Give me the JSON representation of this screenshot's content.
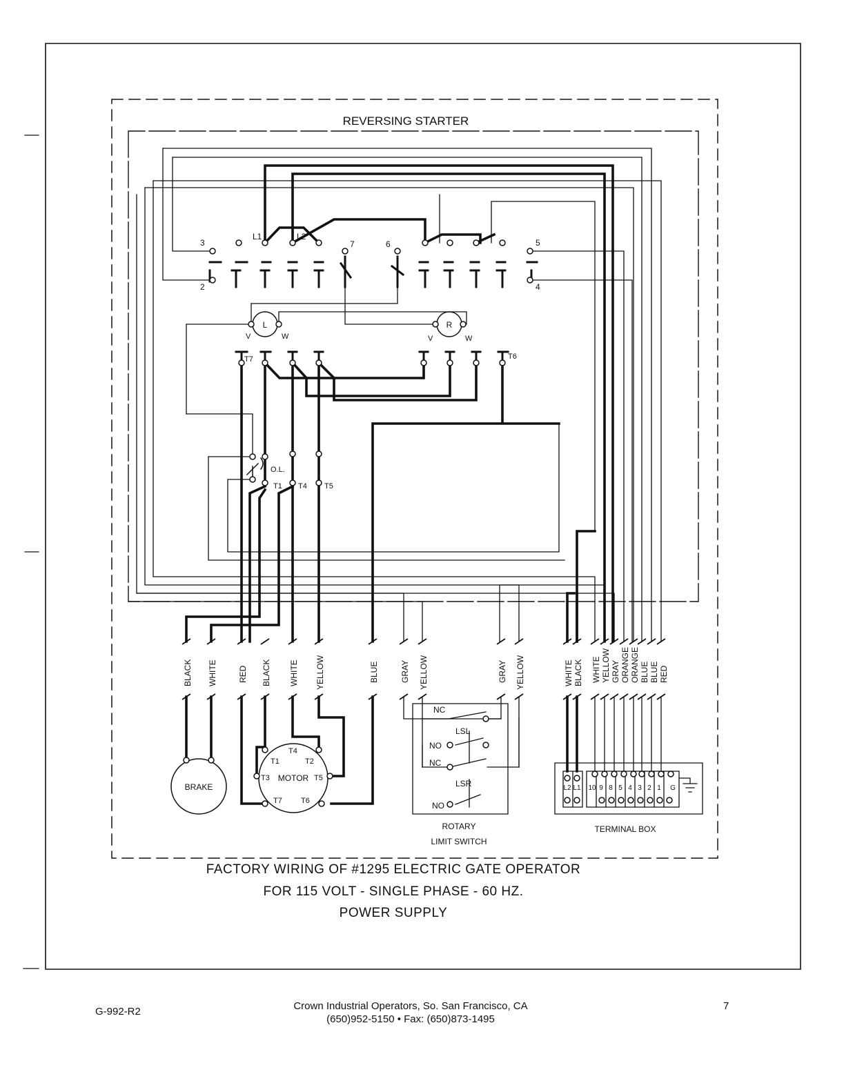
{
  "diagram": {
    "starter_title": "REVERSING STARTER",
    "terminals_top": [
      "3",
      "L1",
      "L2",
      "7",
      "6",
      "5"
    ],
    "terminals_bottom": [
      "2",
      "4"
    ],
    "coils": [
      "L",
      "R"
    ],
    "coil_labels": [
      "V",
      "W",
      "V",
      "W"
    ],
    "motor_leads": [
      "T7",
      "T6"
    ],
    "overload": {
      "label": "O.L.",
      "leads": [
        "T1",
        "T4",
        "T5"
      ]
    },
    "wire_colors": [
      "BLACK",
      "WHITE",
      "RED",
      "BLACK",
      "WHITE",
      "YELLOW",
      "BLUE",
      "GRAY",
      "YELLOW",
      "GRAY",
      "YELLOW",
      "WHITE",
      "BLACK",
      "WHITE",
      "YELLOW",
      "GRAY",
      "ORANGE",
      "ORANGE",
      "BLUE",
      "BLUE",
      "RED"
    ],
    "brake": {
      "label": "BRAKE"
    },
    "motor": {
      "label": "MOTOR",
      "terminals": [
        "T4",
        "T1",
        "T2",
        "T3",
        "T5",
        "T7",
        "T6"
      ]
    },
    "limit_switch": {
      "contacts": [
        "NC",
        "LSL",
        "NO",
        "NC",
        "LSR",
        "NO"
      ],
      "title_line1": "ROTARY",
      "title_line2": "LIMIT SWITCH"
    },
    "terminal_box": {
      "terminals": [
        "L2",
        "L1",
        "10",
        "9",
        "8",
        "5",
        "4",
        "3",
        "2",
        "1",
        "G"
      ],
      "title": "TERMINAL BOX"
    }
  },
  "caption": {
    "line1": "FACTORY WIRING OF #1295 ELECTRIC GATE OPERATOR",
    "line2": "FOR 115 VOLT - SINGLE PHASE - 60 HZ.",
    "line3": "POWER SUPPLY"
  },
  "footer": {
    "doc_code": "G-992-R2",
    "company": "Crown Industrial Operators, So. San Francisco, CA",
    "contact": "(650)952-5150 • Fax: (650)873-1495",
    "page_number": "7"
  }
}
